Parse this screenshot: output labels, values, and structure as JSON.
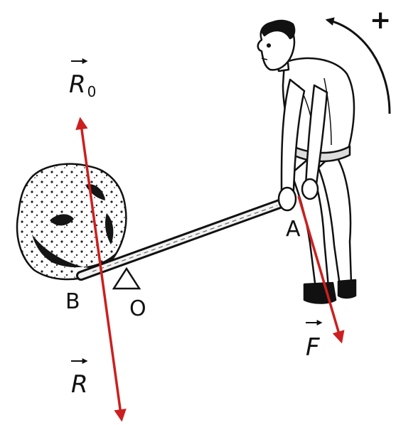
{
  "diagram": {
    "labels": {
      "r0_base": "R",
      "r0_sub": "0",
      "r": "R",
      "f": "F",
      "point_a": "A",
      "point_b": "B",
      "point_o": "O",
      "rotation_sign": "+"
    },
    "colors": {
      "force_arrow": "#cc1f1f",
      "ink": "#111111"
    },
    "icons": {
      "rotation": "curved-arrow-counterclockwise-icon",
      "vector": "right-arrow-overline-icon"
    }
  }
}
